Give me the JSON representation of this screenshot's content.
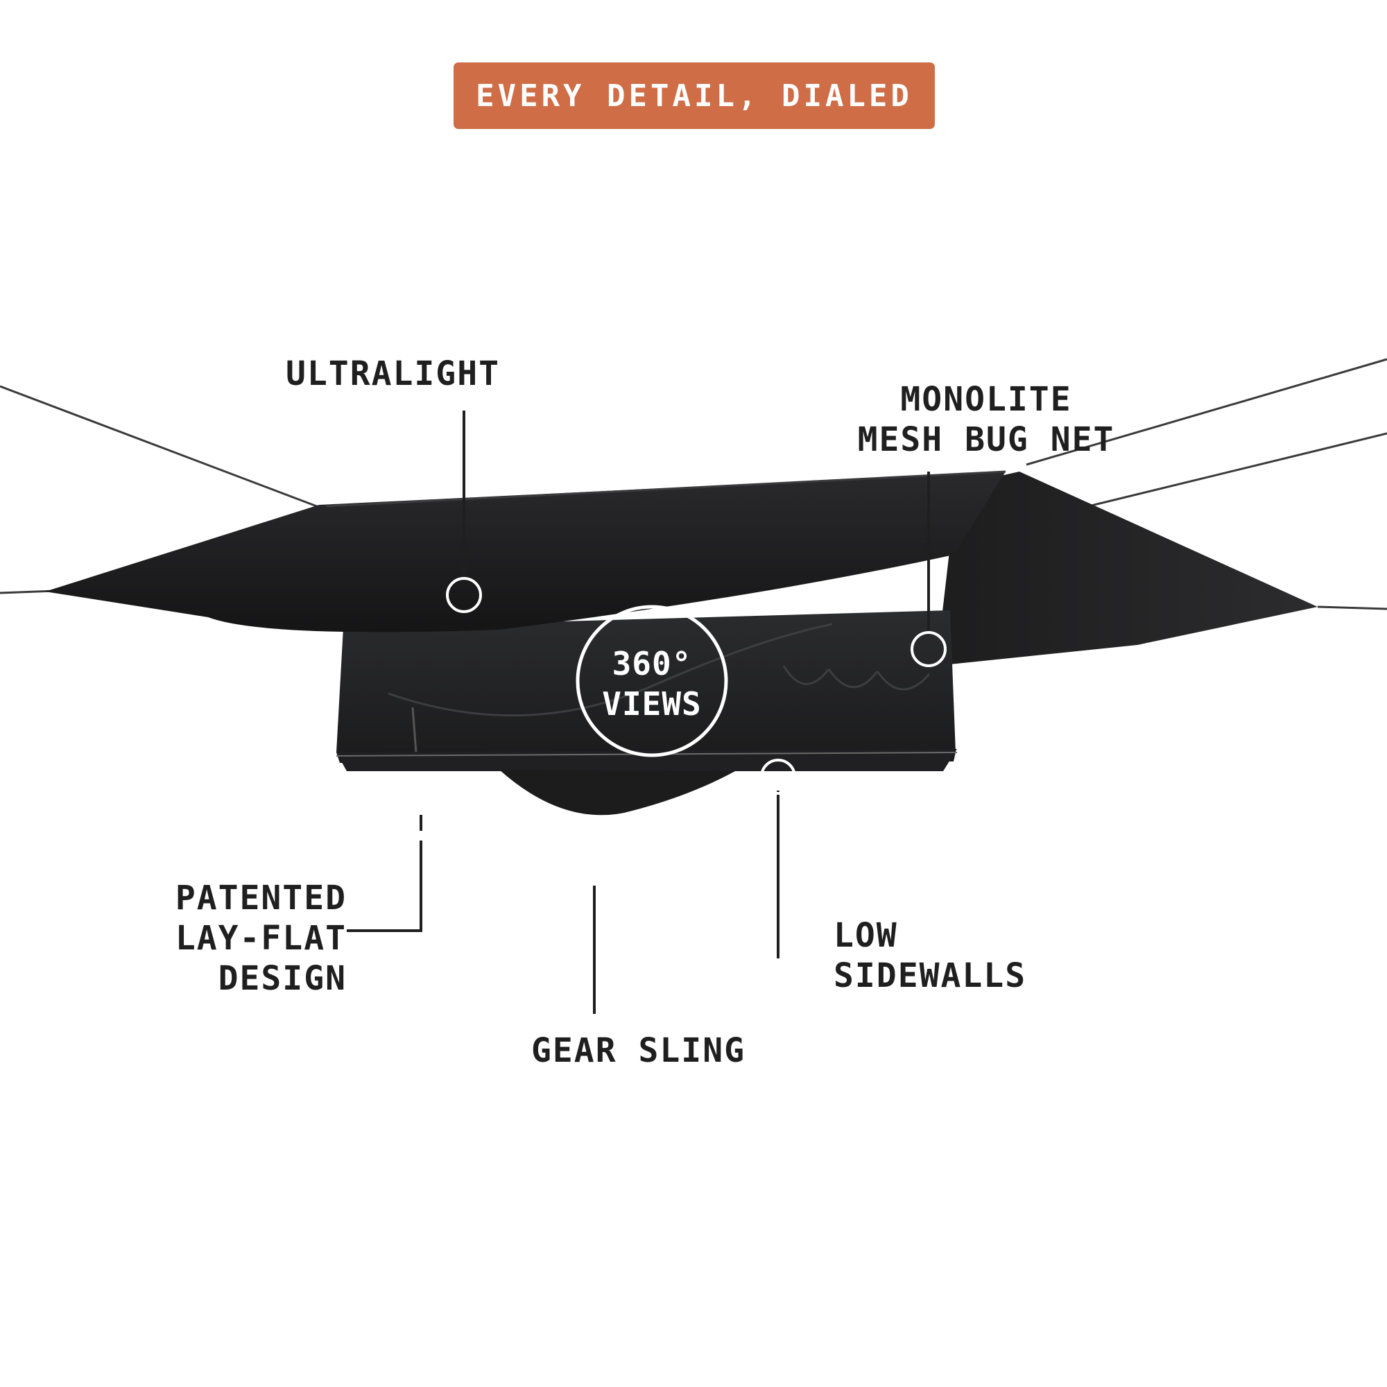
{
  "badge": {
    "text": "EVERY DETAIL, DIALED",
    "color": "#cf6d46"
  },
  "callouts": {
    "ultralight": [
      "ULTRALIGHT"
    ],
    "bug_net": [
      "MONOLITE",
      "MESH BUG NET"
    ],
    "lay_flat": [
      "PATENTED",
      "LAY-FLAT",
      "DESIGN"
    ],
    "gear_sling": [
      "GEAR SLING"
    ],
    "sidewalls": [
      "LOW",
      "SIDEWALLS"
    ]
  },
  "views_button": {
    "line1": "360°",
    "line2": "VIEWS"
  },
  "colors": {
    "ink": "#1f1f1f",
    "hammock": "#1a1a1b",
    "marker": "#ffffff"
  },
  "icons": [
    "hotspot-marker-icon",
    "360-view-icon"
  ]
}
